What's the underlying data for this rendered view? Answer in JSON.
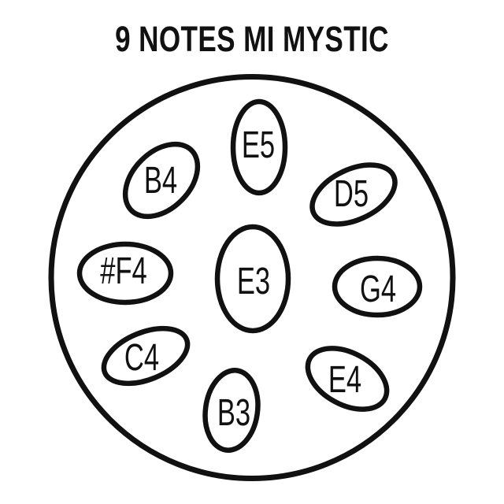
{
  "title": "9 NOTES MI MYSTIC",
  "colors": {
    "ink": "#111111",
    "background": "#ffffff"
  },
  "drum": {
    "notes": [
      {
        "label": "E5",
        "position": "top"
      },
      {
        "label": "B4",
        "position": "upper-left"
      },
      {
        "label": "D5",
        "position": "upper-right"
      },
      {
        "label": "#F4",
        "position": "left"
      },
      {
        "label": "E3",
        "position": "center"
      },
      {
        "label": "G4",
        "position": "right"
      },
      {
        "label": "C4",
        "position": "lower-left"
      },
      {
        "label": "B3",
        "position": "bottom"
      },
      {
        "label": "E4",
        "position": "lower-right"
      }
    ]
  }
}
